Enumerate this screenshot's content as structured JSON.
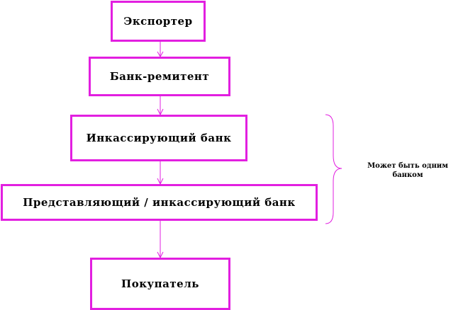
{
  "colors": {
    "border": "#e21fe0",
    "connector": "#e21fe0",
    "text": "#000000",
    "background": "#ffffff"
  },
  "nodes": [
    {
      "id": "exporter",
      "label": "Экспортер"
    },
    {
      "id": "remitting-bank",
      "label": "Банк-ремитент"
    },
    {
      "id": "collecting-bank",
      "label": "Инкассирующий банк"
    },
    {
      "id": "presenting-bank",
      "label": "Представляющий / инкассирующий банк"
    },
    {
      "id": "buyer",
      "label": "Покупатель"
    }
  ],
  "edges": [
    {
      "from": "exporter",
      "to": "remitting-bank"
    },
    {
      "from": "remitting-bank",
      "to": "collecting-bank"
    },
    {
      "from": "collecting-bank",
      "to": "presenting-bank"
    },
    {
      "from": "presenting-bank",
      "to": "buyer"
    }
  ],
  "annotation": {
    "text": "Может быть одним банком",
    "brace_spans": [
      "collecting-bank",
      "presenting-bank"
    ]
  }
}
